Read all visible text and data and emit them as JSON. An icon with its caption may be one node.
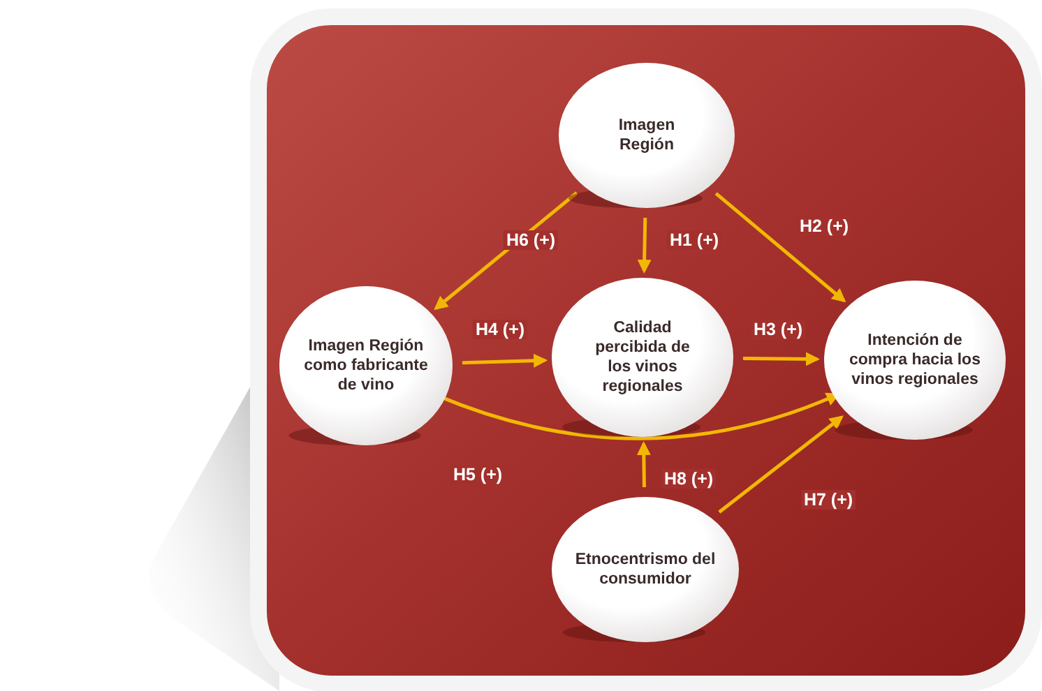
{
  "diagram": {
    "nodes": [
      {
        "text": [
          "Imagen Región"
        ]
      },
      {
        "text": [
          "Imagen Región como fabricante de vino"
        ]
      },
      {
        "text": [
          "Calidad percibida de los vinos regionales"
        ]
      },
      {
        "text": [
          "Intención de compra hacia los vinos regionales"
        ]
      },
      {
        "text": [
          "Etnocentrismo del consumidor"
        ]
      }
    ],
    "edges": [
      {
        "from": 0,
        "to": 1,
        "arrow": "to",
        "label": "H6 (+)"
      },
      {
        "from": 0,
        "to": 2,
        "arrow": "to",
        "label": "H1 (+)"
      },
      {
        "from": 0,
        "to": 3,
        "arrow": "to",
        "label": "H2 (+)"
      },
      {
        "from": 1,
        "to": 2,
        "arrow": "to",
        "label": "H4 (+)"
      },
      {
        "from": 2,
        "to": 3,
        "arrow": "to",
        "label": "H3 (+)"
      },
      {
        "from": 1,
        "to": 3,
        "arrow": "to",
        "label": "H5 (+)"
      },
      {
        "from": 4,
        "to": 2,
        "arrow": "to",
        "label": "H8 (+)"
      },
      {
        "from": 4,
        "to": 3,
        "arrow": "to",
        "label": "H7 (+)"
      }
    ]
  }
}
